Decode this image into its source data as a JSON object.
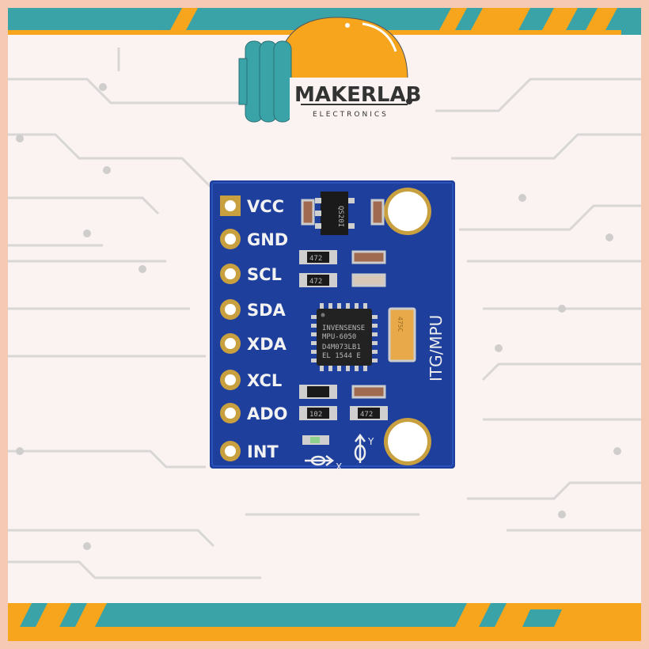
{
  "brand": {
    "name": "MAKERLAB",
    "tagline": "ELECTRONICS"
  },
  "colors": {
    "teal": "#3aa3a8",
    "orange": "#f7a51c",
    "pcb": "#1e3f9c",
    "border": "#f6c9b4",
    "background": "#faf3f1"
  },
  "board": {
    "pins": [
      "VCC",
      "GND",
      "SCL",
      "SDA",
      "XDA",
      "XCL",
      "ADO",
      "INT"
    ],
    "chip_lines": [
      "INVENSENSE",
      "MPU-6050",
      "D4M073LB1",
      "EL 1544 E"
    ],
    "regulator_marking": "QS20I",
    "resistor_markings": [
      "472",
      "472",
      "102",
      "472"
    ],
    "capacitor_marking": "475C",
    "silkscreen_title": "ITG/MPU",
    "axis_labels": {
      "x": "X",
      "y": "Y"
    }
  }
}
